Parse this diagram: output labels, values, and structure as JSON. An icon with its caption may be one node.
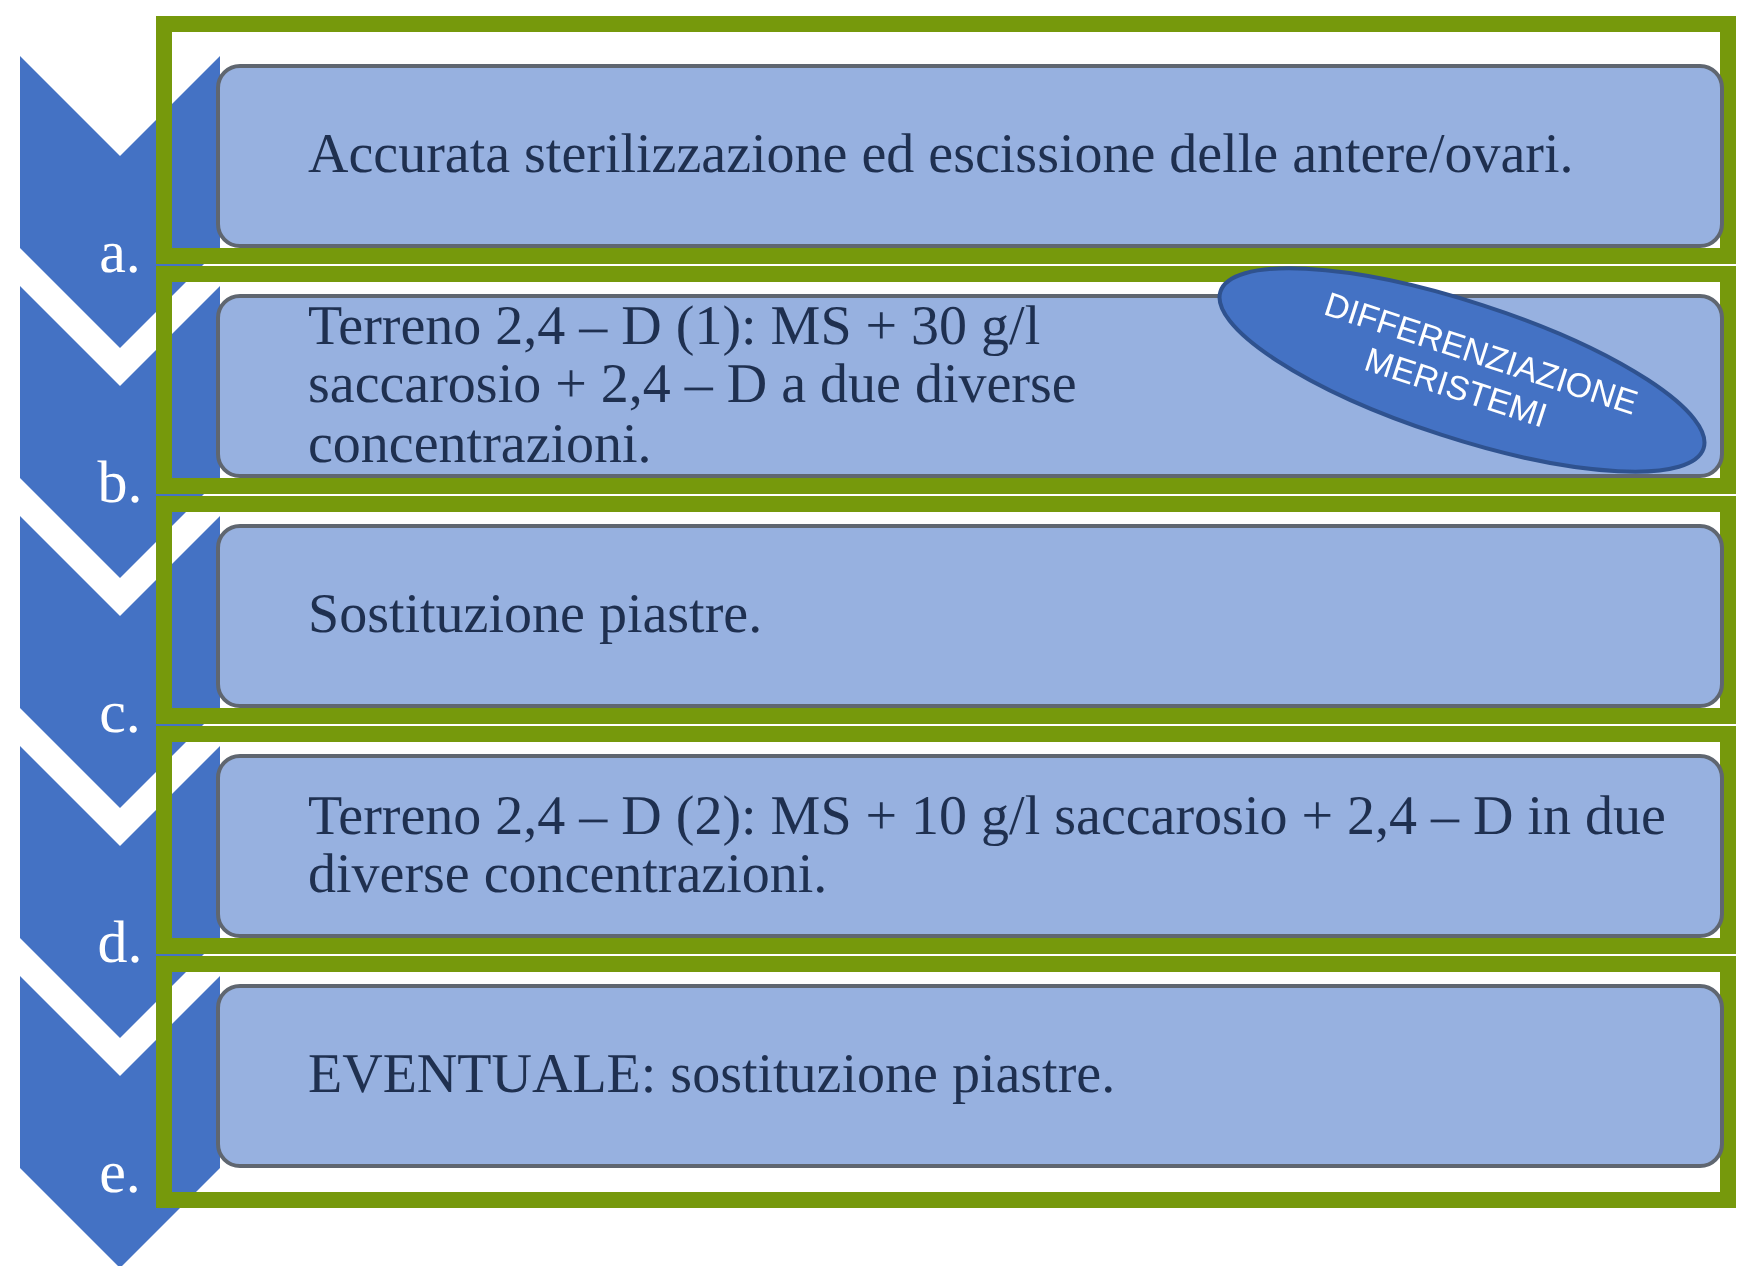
{
  "diagram": {
    "nodes": [
      {
        "text": [
          "a."
        ]
      },
      {
        "text": [
          "Accurata sterilizzazione ed escissione delle antere/ovari."
        ]
      },
      {
        "text": [
          "b."
        ]
      },
      {
        "text": [
          "Terreno 2,4 – D (1): MS + 30 g/l saccarosio + 2,4 – D a due diverse concentrazioni."
        ]
      },
      {
        "text": [
          "c."
        ]
      },
      {
        "text": [
          "Sostituzione piastre."
        ]
      },
      {
        "text": [
          "d."
        ]
      },
      {
        "text": [
          "Terreno 2,4 – D (2): MS + 10 g/l saccarosio + 2,4 – D in due diverse concentrazioni."
        ]
      },
      {
        "text": [
          "e."
        ]
      },
      {
        "text": [
          "EVENTUALE: sostituzione piastre."
        ]
      },
      {
        "text": [
          "DIFFERENZIAZIONE MERISTEMI"
        ]
      }
    ]
  }
}
